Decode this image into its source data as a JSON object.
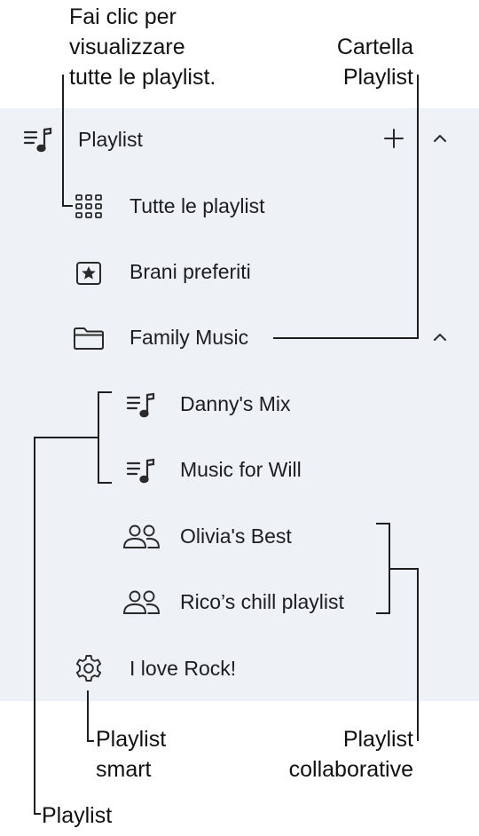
{
  "sidebar": {
    "section_title": "Playlist",
    "add_symbol": "+",
    "items": [
      {
        "label": "Tutte le playlist",
        "icon": "grid-icon"
      },
      {
        "label": "Brani preferiti",
        "icon": "star-square-icon"
      },
      {
        "label": "Family Music",
        "icon": "folder-icon"
      },
      {
        "label": "Danny's Mix",
        "icon": "playlist-icon"
      },
      {
        "label": "Music for Will",
        "icon": "playlist-icon"
      },
      {
        "label": "Olivia's Best",
        "icon": "people-icon"
      },
      {
        "label": "Rico’s chill playlist",
        "icon": "people-icon"
      },
      {
        "label": "I love Rock!",
        "icon": "gear-icon"
      }
    ]
  },
  "callouts": {
    "all_playlists": [
      "Fai clic per",
      "visualizzare",
      "tutte le playlist."
    ],
    "folder": [
      "Cartella",
      "Playlist"
    ],
    "smart": [
      "Playlist",
      "smart"
    ],
    "collaborative": [
      "Playlist",
      "collaborative"
    ],
    "playlist": "Playlist"
  },
  "colors": {
    "panel": "#eef1f6",
    "text": "#1d1d1f",
    "icon": "#2a2a2a",
    "line": "#1f1f1f"
  }
}
